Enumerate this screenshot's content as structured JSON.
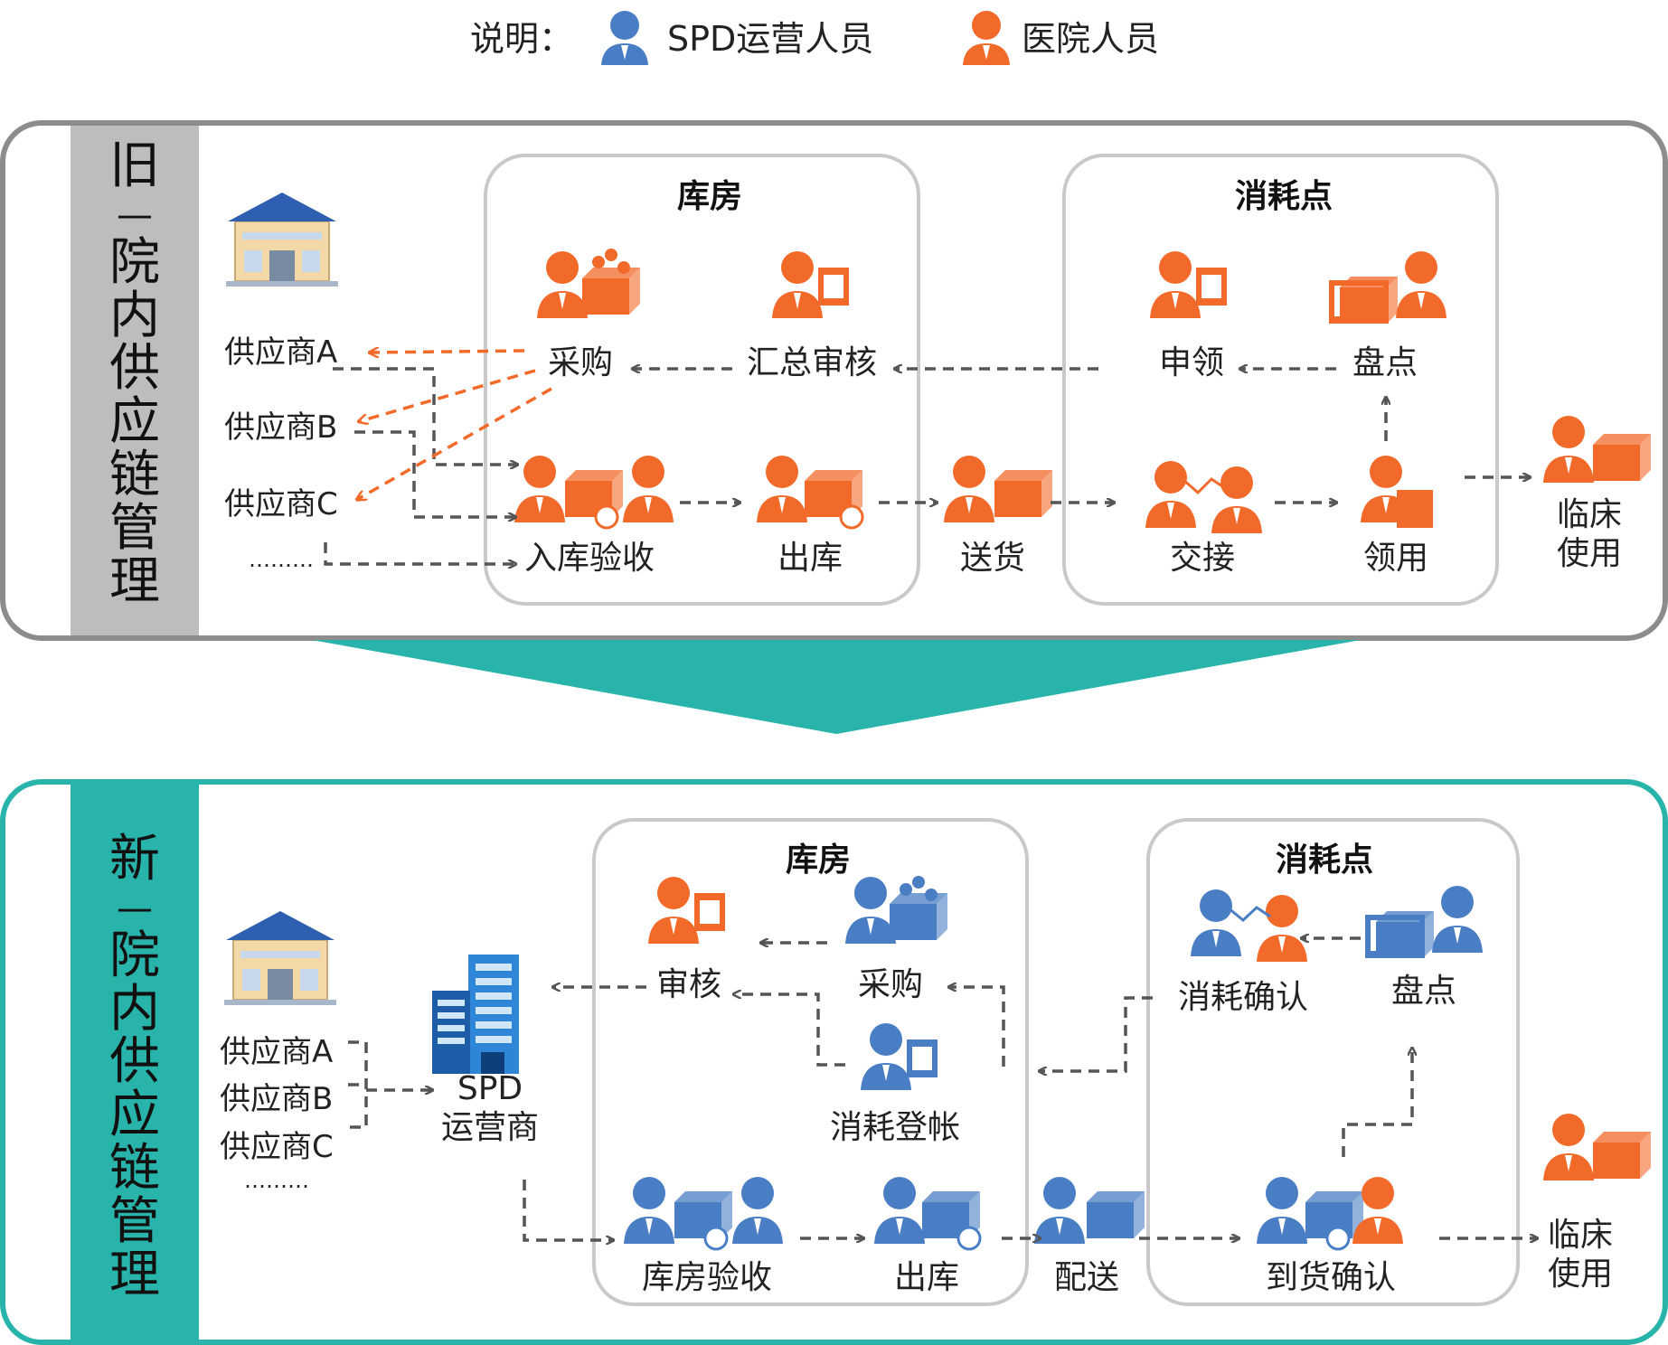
{
  "colors": {
    "spd_blue": "#4a7ec4",
    "hospital_orange": "#f26a2a",
    "old_border": "#8c8c8c",
    "old_band": "#bdbdbd",
    "new_border": "#28b4aa",
    "new_band": "#28b4aa",
    "dash_gray": "#555555",
    "arrow_orange": "#f26a2a"
  },
  "legend": {
    "intro": "说明：",
    "spd_label": "SPD运营人员",
    "hospital_label": "医院人员"
  },
  "old": {
    "side_chars": [
      "旧",
      "—",
      "院",
      "内",
      "供",
      "应",
      "链",
      "管",
      "理"
    ],
    "warehouse_title": "库房",
    "consumption_title": "消耗点",
    "suppliers": [
      "供应商A",
      "供应商B",
      "供应商C",
      "………"
    ],
    "nodes": {
      "purchase": "采购",
      "summary_review": "汇总审核",
      "apply": "申领",
      "inventory": "盘点",
      "inbound_check": "入库验收",
      "outbound": "出库",
      "delivery": "送货",
      "handover": "交接",
      "receive_use": "领用",
      "clinical_use": "临床\n使用"
    }
  },
  "new": {
    "side_chars": [
      "新",
      "—",
      "院",
      "内",
      "供",
      "应",
      "链",
      "管",
      "理"
    ],
    "warehouse_title": "库房",
    "consumption_title": "消耗点",
    "suppliers": [
      "供应商A",
      "供应商B",
      "供应商C",
      "………"
    ],
    "spd_operator": "SPD\n运营商",
    "nodes": {
      "review": "审核",
      "purchase": "采购",
      "consume_register": "消耗登帐",
      "consume_confirm": "消耗确认",
      "inventory": "盘点",
      "warehouse_check": "库房验收",
      "outbound": "出库",
      "distribution": "配送",
      "arrival_confirm": "到货确认",
      "clinical_use": "临床\n使用"
    }
  }
}
